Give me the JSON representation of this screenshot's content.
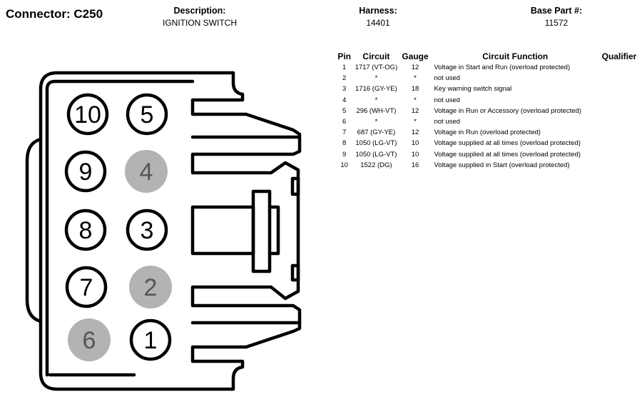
{
  "header": {
    "connector_title": "Connector: C250",
    "description_label": "Description:",
    "description_value": "IGNITION SWITCH",
    "harness_label": "Harness:",
    "harness_value": "14401",
    "base_part_label": "Base Part #:",
    "base_part_value": "11572"
  },
  "table": {
    "columns": [
      "Pin",
      "Circuit",
      "Gauge",
      "Circuit Function",
      "Qualifier"
    ],
    "rows": [
      {
        "pin": "1",
        "circuit": "1717 (VT-OG)",
        "gauge": "12",
        "function": "Voltage in Start and Run (overload protected)",
        "qualifier": ""
      },
      {
        "pin": "2",
        "circuit": "*",
        "gauge": "*",
        "function": "not used",
        "qualifier": ""
      },
      {
        "pin": "3",
        "circuit": "1716 (GY-YE)",
        "gauge": "18",
        "function": "Key warning switch signal",
        "qualifier": ""
      },
      {
        "pin": "4",
        "circuit": "*",
        "gauge": "*",
        "function": "not used",
        "qualifier": ""
      },
      {
        "pin": "5",
        "circuit": "296 (WH-VT)",
        "gauge": "12",
        "function": "Voltage in Run or Accessory (overload protected)",
        "qualifier": ""
      },
      {
        "pin": "6",
        "circuit": "*",
        "gauge": "*",
        "function": "not used",
        "qualifier": ""
      },
      {
        "pin": "7",
        "circuit": "687 (GY-YE)",
        "gauge": "12",
        "function": "Voltage in Run (overload protected)",
        "qualifier": ""
      },
      {
        "pin": "8",
        "circuit": "1050 (LG-VT)",
        "gauge": "10",
        "function": "Voltage supplied at all times (overload protected)",
        "qualifier": ""
      },
      {
        "pin": "9",
        "circuit": "1050 (LG-VT)",
        "gauge": "10",
        "function": "Voltage supplied at all times (overload protected)",
        "qualifier": ""
      },
      {
        "pin": "10",
        "circuit": "1522 (DG)",
        "gauge": "16",
        "function": "Voltage supplied in Start (overload protected)",
        "qualifier": ""
      }
    ]
  },
  "connector": {
    "pins": [
      {
        "label": "10",
        "used": true
      },
      {
        "label": "5",
        "used": true
      },
      {
        "label": "9",
        "used": true
      },
      {
        "label": "4",
        "used": false
      },
      {
        "label": "8",
        "used": true
      },
      {
        "label": "3",
        "used": true
      },
      {
        "label": "7",
        "used": true
      },
      {
        "label": "2",
        "used": false
      },
      {
        "label": "6",
        "used": false
      },
      {
        "label": "1",
        "used": true
      }
    ],
    "colors": {
      "used_fill": "#ffffff",
      "used_stroke": "#000000",
      "unused_fill": "#b3b3b3",
      "unused_text": "#555555"
    }
  }
}
